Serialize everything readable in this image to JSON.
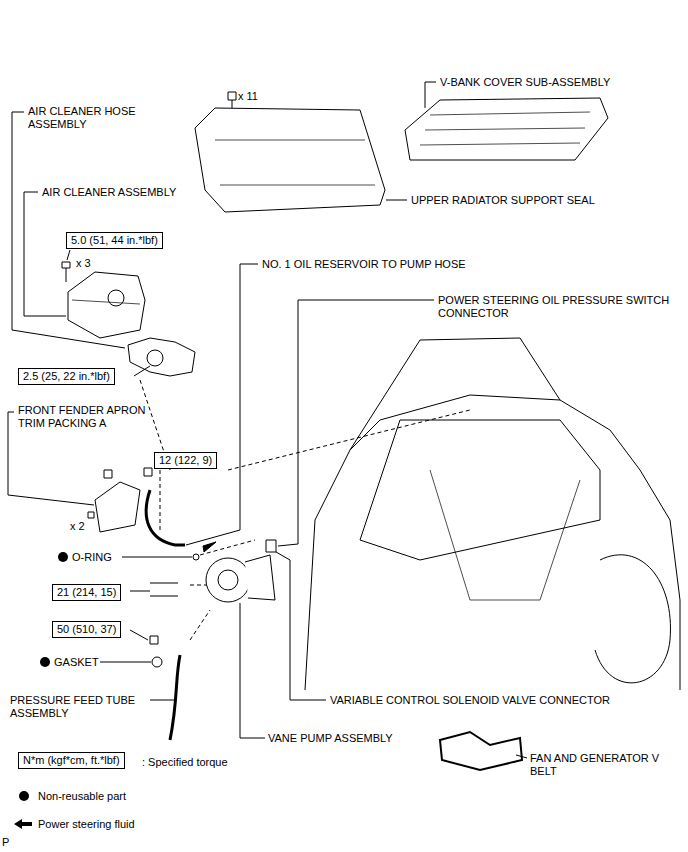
{
  "diagram": {
    "nodes": [
      {
        "text": [
          "5.0 (51, 44 in.*lbf)"
        ]
      },
      {
        "text": [
          "2.5 (25, 22 in.*lbf)"
        ]
      },
      {
        "text": [
          "12 (122, 9)"
        ]
      },
      {
        "text": [
          "21 (214, 15)"
        ]
      },
      {
        "text": [
          "50 (510, 37)"
        ]
      },
      {
        "text": [
          "N*m (kgf*cm, ft.*lbf)"
        ]
      }
    ],
    "labels": [
      "AIR CLEANER HOSE ASSEMBLY",
      "x 11",
      "V-BANK COVER SUB-ASSEMBLY",
      "AIR CLEANER ASSEMBLY",
      "UPPER RADIATOR SUPPORT SEAL",
      "x 3",
      "NO. 1 OIL RESERVOIR TO PUMP HOSE",
      "POWER STEERING OIL PRESSURE SWITCH CONNECTOR",
      "FRONT FENDER APRON TRIM PACKING A",
      "x 2",
      "O-RING",
      "GASKET",
      "PRESSURE FEED TUBE ASSEMBLY",
      "VARIABLE CONTROL SOLENOID VALVE CONNECTOR",
      "VANE PUMP ASSEMBLY",
      "FAN AND GENERATOR V BELT",
      "P"
    ],
    "legend": [
      {
        "text": ": Specified torque"
      },
      {
        "text": "Non-reusable part"
      },
      {
        "text": "Power steering fluid"
      }
    ]
  }
}
